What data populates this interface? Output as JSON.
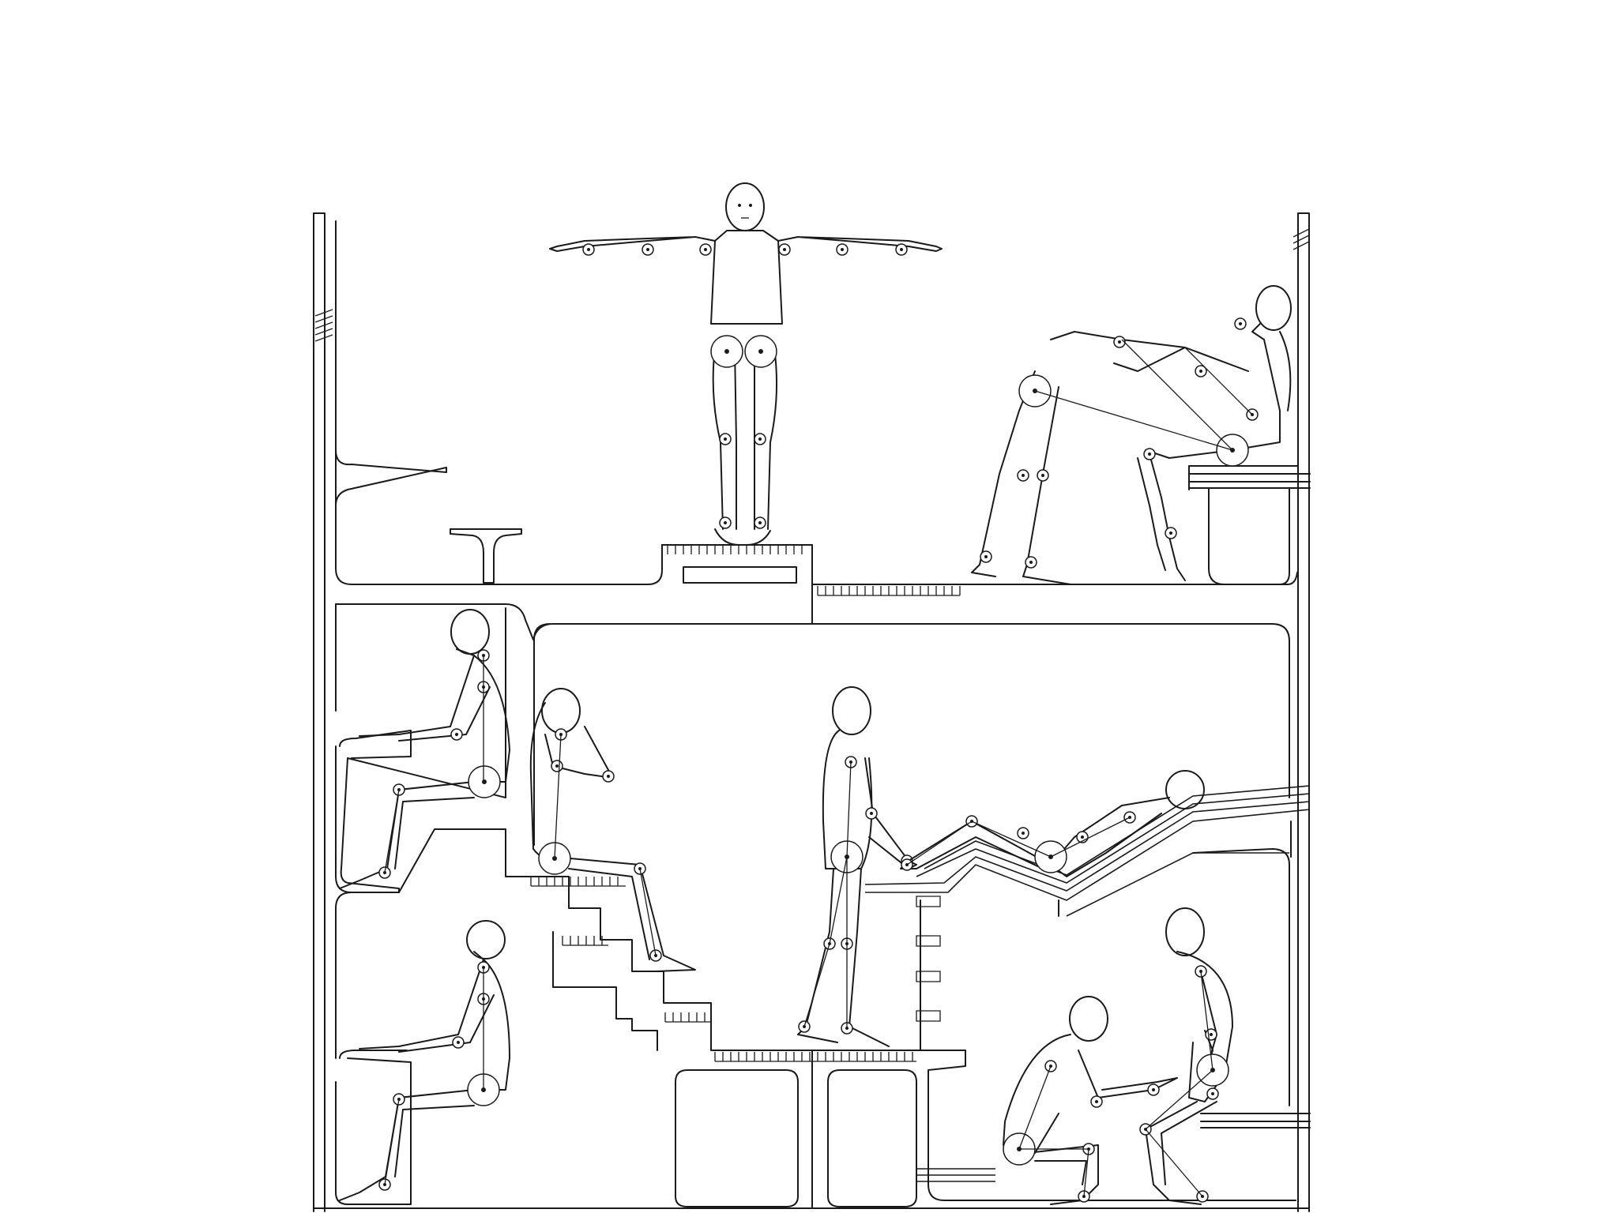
{
  "drawing": {
    "description_visible_text": "",
    "stroke_color": "#1a1a1a",
    "background_color": "#ffffff",
    "figures": [
      {
        "name": "standing-arms-out-figure",
        "pose": "standing"
      },
      {
        "name": "reclining-upper-right-figure",
        "pose": "reclining"
      },
      {
        "name": "seated-desk-upper-figure",
        "pose": "seated"
      },
      {
        "name": "seated-hands-on-head-figure",
        "pose": "seated"
      },
      {
        "name": "standing-center-figure",
        "pose": "standing"
      },
      {
        "name": "lying-ramp-figure",
        "pose": "lying"
      },
      {
        "name": "seated-desk-lower-figure",
        "pose": "seated"
      },
      {
        "name": "squatting-figure",
        "pose": "squatting"
      },
      {
        "name": "standing-lower-right-figure",
        "pose": "standing"
      }
    ]
  }
}
